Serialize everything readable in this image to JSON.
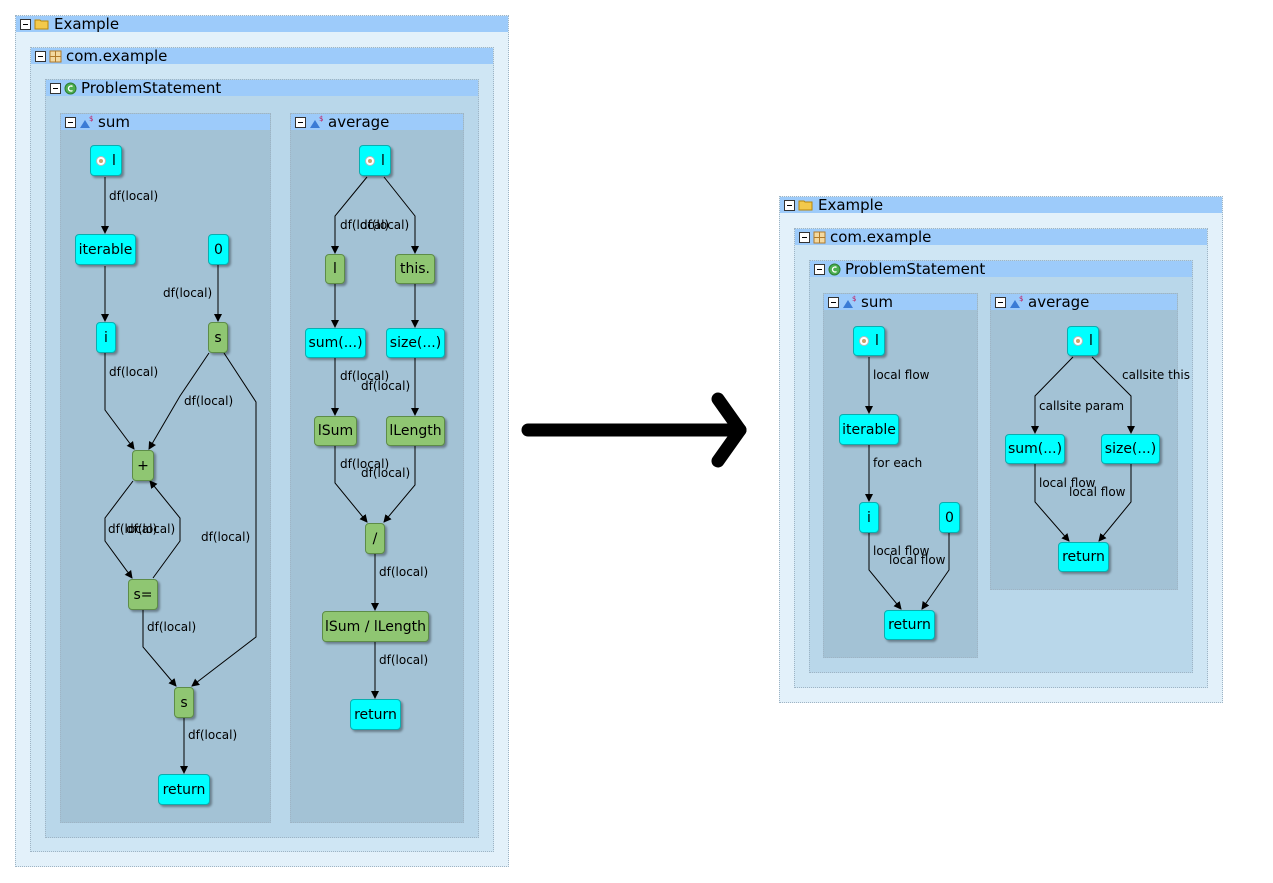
{
  "colors": {
    "node_cyan": "#00ffff",
    "node_green": "#8fc672",
    "header": "#9dcbfa",
    "arrow": "#000000"
  },
  "left": {
    "project_title": "Example",
    "package_title": "com.example",
    "class_title": "ProblemStatement",
    "sum": {
      "title": "sum",
      "nodes": {
        "l": "l",
        "iterable": "iterable",
        "zero": "0",
        "i": "i",
        "s1": "s",
        "plus": "+",
        "s_assign": "s=",
        "s2": "s",
        "ret": "return"
      },
      "edge_labels": {
        "l_iterable": "df(local)",
        "zero_s": "df(local)",
        "i_plus": "df(local)",
        "s_plus": "df(local)",
        "plus_sassign": "df(local)",
        "sassign_plus": "df(local)",
        "s_s2": "df(local)",
        "sassign_s2": "df(local)",
        "s2_ret": "df(local)"
      }
    },
    "average": {
      "title": "average",
      "nodes": {
        "l": "l",
        "l2": "l",
        "this": "this.",
        "sum": "sum(...)",
        "size": "size(...)",
        "lsum": "lSum",
        "llength": "lLength",
        "div": "/",
        "expr": "lSum / lLength",
        "ret": "return"
      },
      "edge_labels": {
        "l_l2": "df(local)",
        "l_this": "df(local)",
        "sum_lsum": "df(local)",
        "size_llength": "df(local)",
        "lsum_div": "df(local)",
        "llength_div": "df(local)",
        "div_expr": "df(local)",
        "expr_ret": "df(local)"
      }
    }
  },
  "right": {
    "project_title": "Example",
    "package_title": "com.example",
    "class_title": "ProblemStatement",
    "sum": {
      "title": "sum",
      "nodes": {
        "l": "l",
        "iterable": "iterable",
        "i": "i",
        "zero": "0",
        "ret": "return"
      },
      "edge_labels": {
        "l_iterable": "local flow",
        "iterable_i": "for each",
        "i_ret": "local flow",
        "zero_ret": "local flow"
      }
    },
    "average": {
      "title": "average",
      "nodes": {
        "l": "l",
        "sum": "sum(...)",
        "size": "size(...)",
        "ret": "return"
      },
      "edge_labels": {
        "l_sum": "callsite param",
        "l_size": "callsite this",
        "sum_ret": "local flow",
        "size_ret": "local flow"
      }
    }
  }
}
